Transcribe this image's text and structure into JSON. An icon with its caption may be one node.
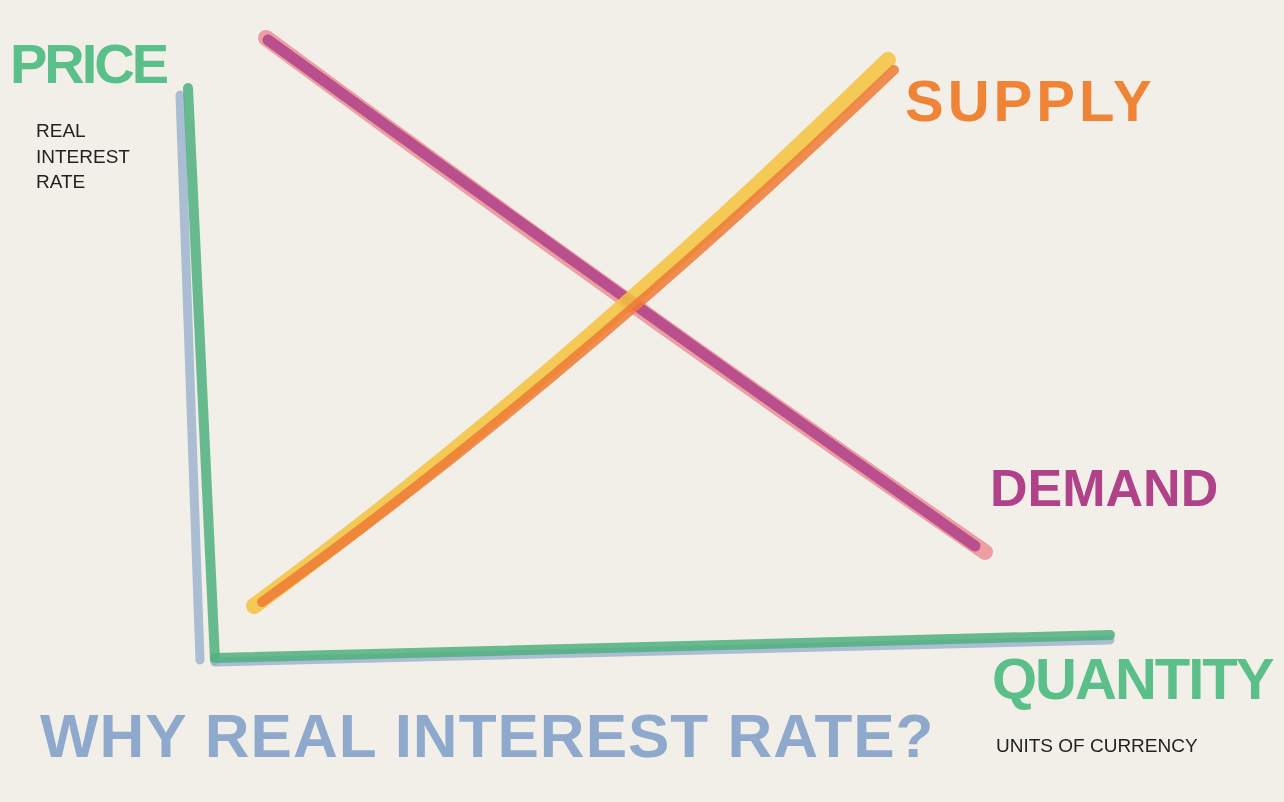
{
  "diagram": {
    "title": "WHY REAL INTEREST RATE?",
    "labels": [
      "PRICE",
      "REAL INTEREST RATE",
      "SUPPLY",
      "DEMAND",
      "QUANTITY",
      "UNITS OF CURRENCY"
    ]
  }
}
